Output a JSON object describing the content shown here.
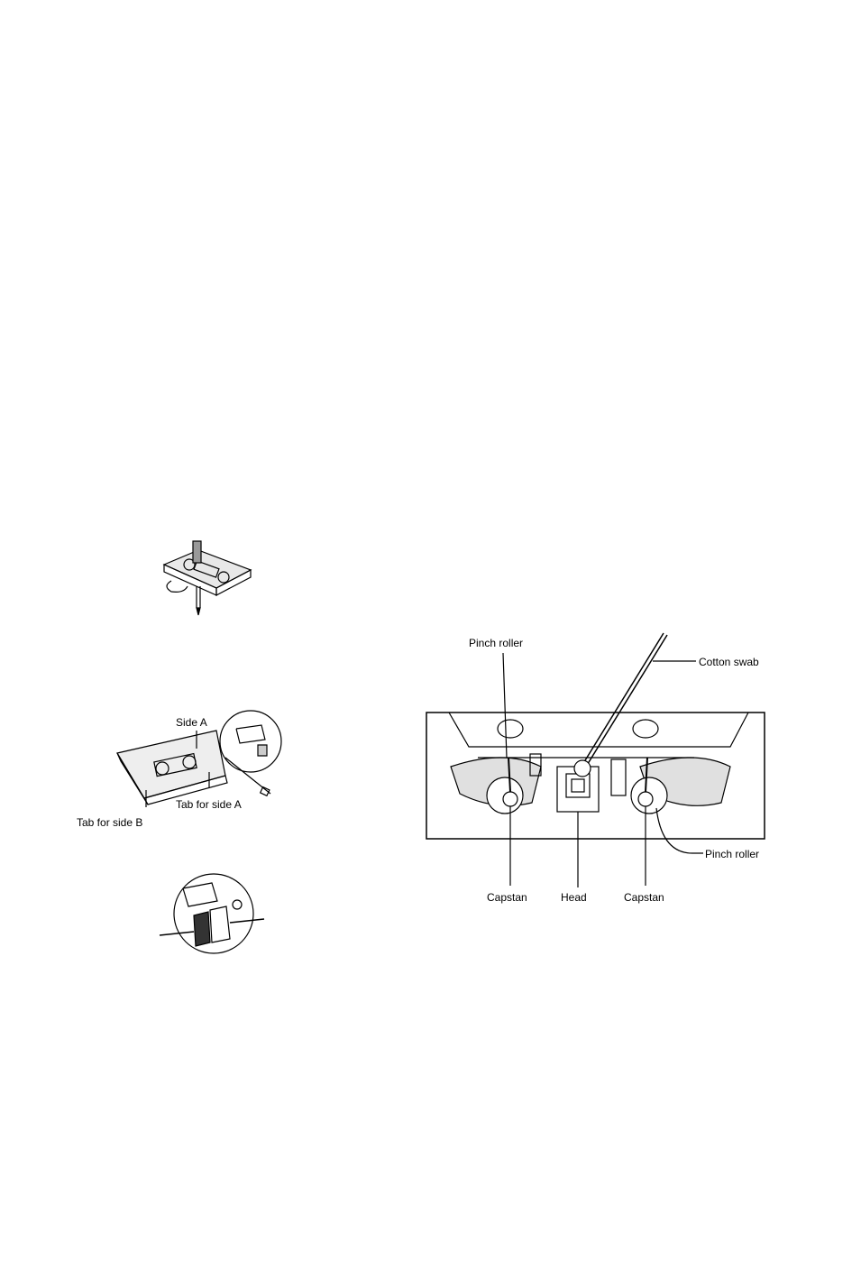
{
  "figure_tape_slack": {},
  "figure_erase_protection": {
    "labels": {
      "side_a": "Side A",
      "tab_side_a": "Tab for side A",
      "tab_side_b": "Tab for side B"
    }
  },
  "figure_tape_cover": {},
  "figure_head_cleaning": {
    "labels": {
      "pinch_roller_top": "Pinch roller",
      "cotton_swab": "Cotton swab",
      "pinch_roller_right": "Pinch roller",
      "capstan_left": "Capstan",
      "head": "Head",
      "capstan_right": "Capstan"
    }
  }
}
